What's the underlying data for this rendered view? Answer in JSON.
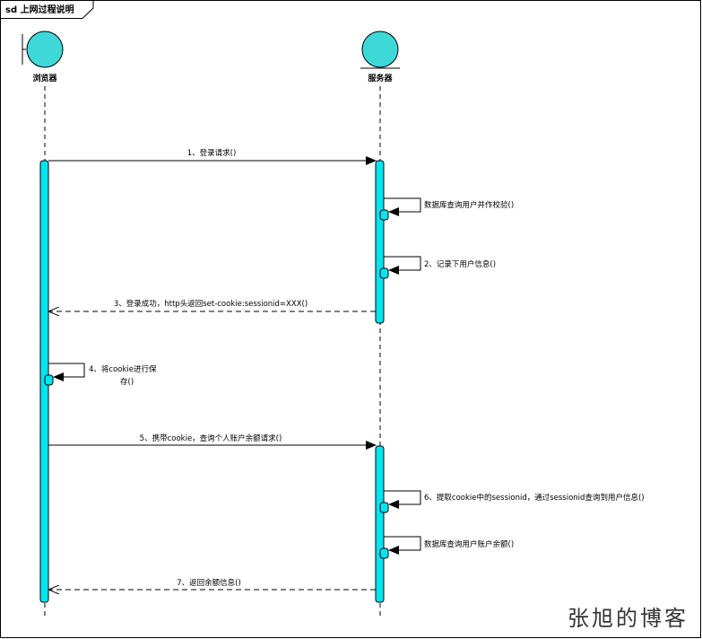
{
  "frame": {
    "title": "sd 上网过程说明"
  },
  "actors": {
    "browser": {
      "name": "浏览器"
    },
    "server": {
      "name": "服务器"
    }
  },
  "messages": {
    "m1": "1、登录请求()",
    "m_db1": "数据库查询用户并作校验()",
    "m2": "2、记录下用户信息()",
    "m3": "3、登录成功，http头返回set-cookie:sessionid=XXX()",
    "m4_line1": "4、将cookie进行保",
    "m4_line2": "存()",
    "m5": "5、携带cookie，查询个人账户余额请求()",
    "m6": "6、提取cookie中的sessionid，通过sessionid查询到用户信息()",
    "m_db2": "数据库查询用户账户余额()",
    "m7": "7、返回余额信息()"
  },
  "watermark": "张旭的博客",
  "colors": {
    "activation": "#00e5f0",
    "actor_fill": "#3fd8d8",
    "line": "#000000"
  }
}
